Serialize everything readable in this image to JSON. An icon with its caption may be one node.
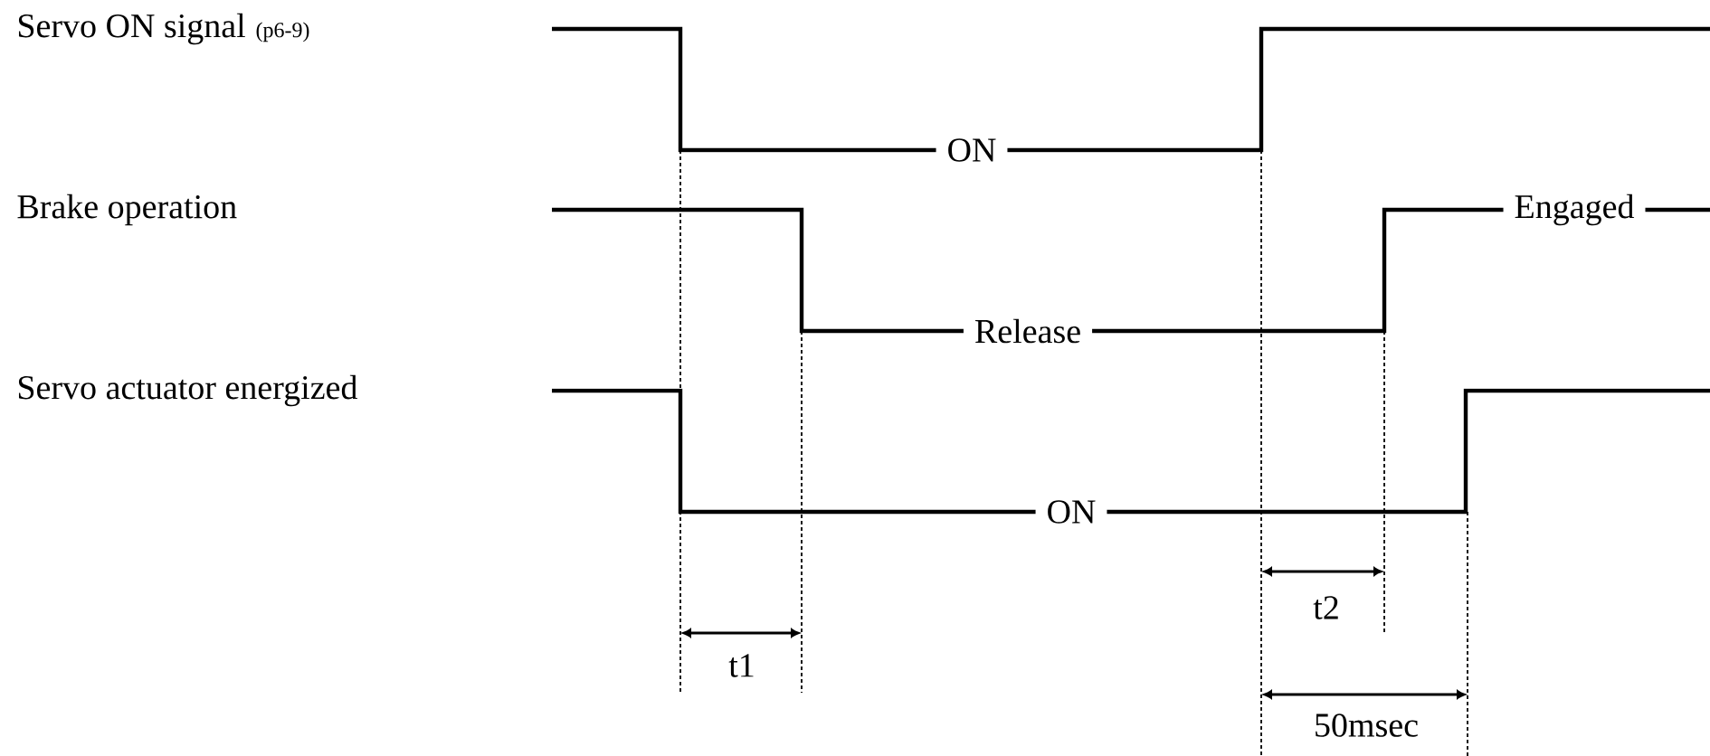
{
  "diagram": {
    "labels": [
      "Servo ON signal",
      "(p6-9)",
      "ON",
      "Brake operation",
      "Engaged",
      "Release",
      "Servo actuator energized",
      "ON",
      "t2",
      "t1",
      "50msec"
    ]
  }
}
